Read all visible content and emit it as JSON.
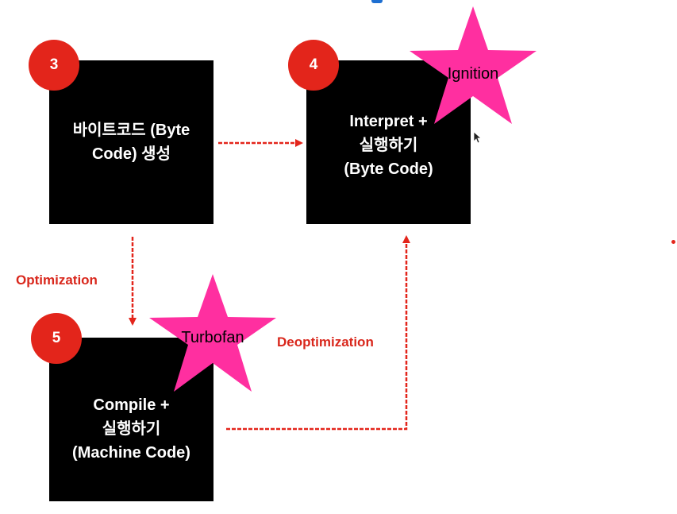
{
  "steps": [
    {
      "number": "3",
      "text": "바이트코드 (Byte\nCode) 생성"
    },
    {
      "number": "4",
      "text": "Interpret +\n실행하기\n(Byte Code)"
    },
    {
      "number": "5",
      "text": "Compile +\n실행하기\n(Machine Code)"
    }
  ],
  "stars": {
    "ignition": "Ignition",
    "turbofan": "Turbofan"
  },
  "labels": {
    "optimization": "Optimization",
    "deoptimization": "Deoptimization"
  },
  "colors": {
    "accent_red": "#e3251b",
    "star_pink": "#ff2fa0",
    "box": "#000000",
    "label_red": "#d9271c"
  }
}
